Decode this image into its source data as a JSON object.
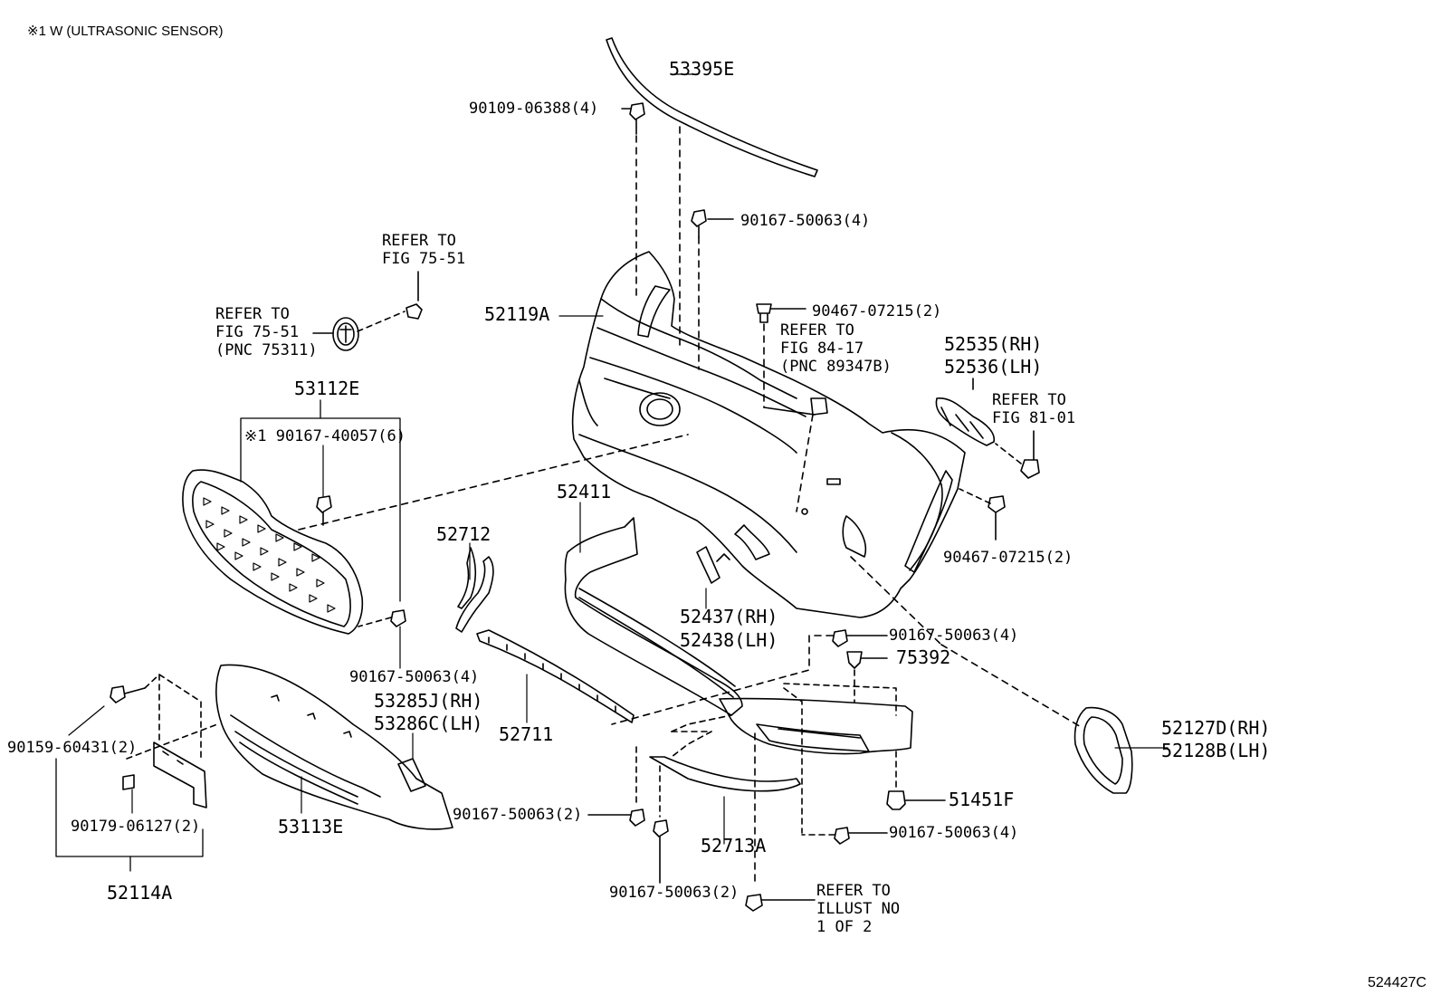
{
  "header_note": "※1 W (ULTRASONIC SENSOR)",
  "illustration_id": "524427C",
  "callouts": {
    "c53395E": "53395E",
    "c90109": "90109-06388(4)",
    "c90167_top": "90167-50063(4)",
    "c52119A": "52119A",
    "c90467_a": "90467-07215(2)",
    "ref_84_17": "REFER TO\nFIG 84-17\n(PNC 89347B)",
    "c52535": "52535(RH)",
    "c52536": "52536(LH)",
    "ref_81_01": "REFER TO\nFIG 81-01",
    "c90467_b": "90467-07215(2)",
    "ref_75_51_a": "REFER TO\nFIG 75-51",
    "ref_75_51_b": "REFER TO\nFIG 75-51\n(PNC 75311)",
    "c53112E": "53112E",
    "c90167_40057": "※1 90167-40057(6)",
    "c52411": "52411",
    "c52712": "52712",
    "c52437": "52437(RH)",
    "c52438": "52438(LH)",
    "c90167_grille": "90167-50063(4)",
    "c90167_right1": "90167-50063(4)",
    "c75392": "75392",
    "c53285J": "53285J(RH)",
    "c53286C": "53286C(LH)",
    "c52711": "52711",
    "c90159": "90159-60431(2)",
    "c52127D": "52127D(RH)",
    "c52128B": "52128B(LH)",
    "c51451F": "51451F",
    "c90179": "90179-06127(2)",
    "c53113E": "53113E",
    "c90167_2a": "90167-50063(2)",
    "c90167_right2": "90167-50063(4)",
    "c52713A": "52713A",
    "c90167_2b": "90167-50063(2)",
    "ref_illust": "REFER TO\nILLUST NO\n1 OF 2",
    "c52114A": "52114A"
  }
}
